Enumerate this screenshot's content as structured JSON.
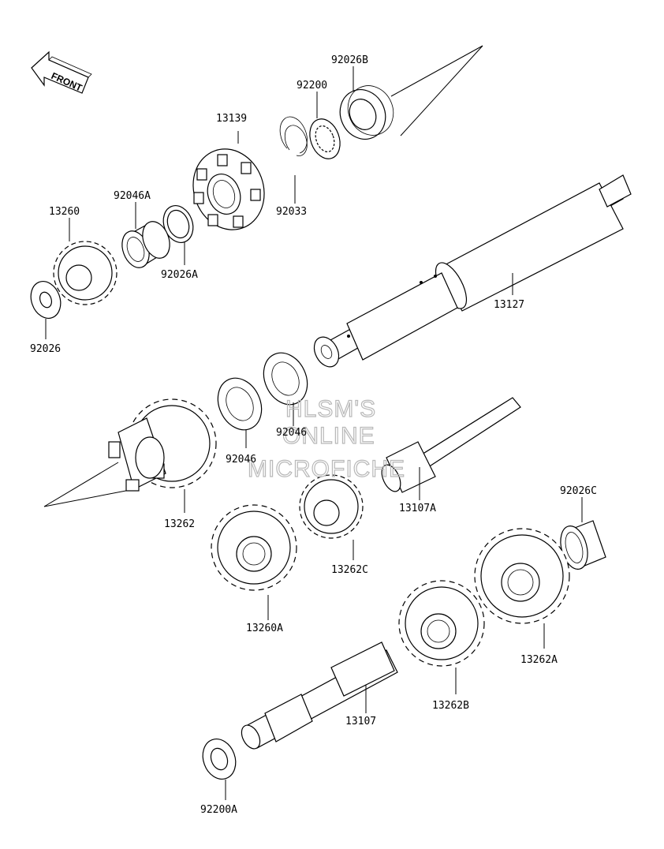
{
  "diagram": {
    "front_label": "FRONT",
    "watermark": [
      "HLSM'S",
      "ONLINE",
      "MICROFICHE"
    ],
    "parts": {
      "p92026B": "92026B",
      "p92200": "92200",
      "p13139": "13139",
      "p92033": "92033",
      "p92046A": "92046A",
      "p13260": "13260",
      "p92026A": "92026A",
      "p92026": "92026",
      "p13127": "13127",
      "p92046_upper": "92046",
      "p92046_lower": "92046",
      "p13262": "13262",
      "p13107A": "13107A",
      "p92026C": "92026C",
      "p13262C": "13262C",
      "p13260A": "13260A",
      "p13262A": "13262A",
      "p13262B": "13262B",
      "p13107": "13107",
      "p92200A": "92200A"
    }
  }
}
